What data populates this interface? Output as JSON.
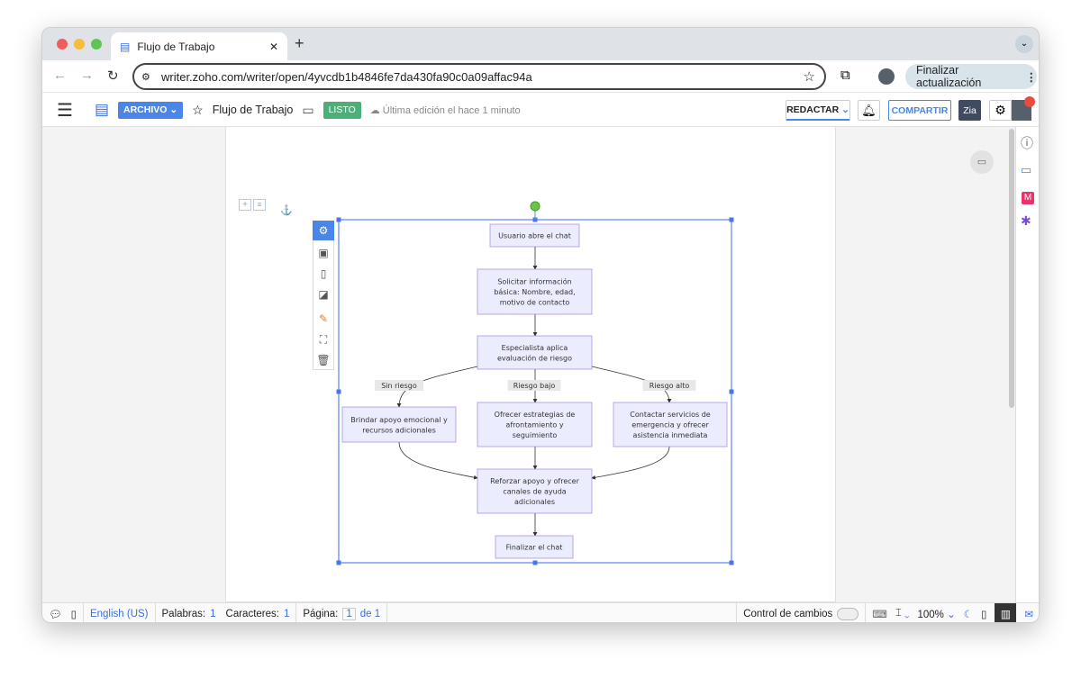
{
  "browser": {
    "tab_title": "Flujo de Trabajo",
    "url": "writer.zoho.com/writer/open/4yvcdb1b4846fe7da430fa90c0a09affac94a",
    "update_button": "Finalizar actualización"
  },
  "toolbar": {
    "file_menu": "ARCHIVO",
    "doc_title": "Flujo de Trabajo",
    "status_badge": "LISTO",
    "last_edit": "Última edición el hace 1 minuto",
    "mode_button": "REDACTAR",
    "share_button": "COMPARTIR",
    "zia_label": "Zia"
  },
  "diagram": {
    "nodes": [
      "Usuario abre el chat",
      "Solicitar información|básica: Nombre, edad,|motivo de contacto",
      "Especialista aplica|evaluación de riesgo",
      "Brindar apoyo emocional y|recursos adicionales",
      "Ofrecer estrategias de|afrontamiento y|seguimiento",
      "Contactar servicios de|emergencia y ofrecer|asistencia inmediata",
      "Reforzar apoyo y ofrecer|canales de ayuda|adicionales",
      "Finalizar el chat"
    ],
    "edge_labels": [
      "Sin riesgo",
      "Riesgo bajo",
      "Riesgo alto"
    ],
    "node_fill": "#ececff",
    "node_stroke": "#9370db"
  },
  "status": {
    "language": "English (US)",
    "words_label": "Palabras:",
    "words": "1",
    "chars_label": "Caracteres:",
    "chars": "1",
    "page_label": "Página:",
    "page": "1",
    "page_of": "de 1",
    "track_changes": "Control de cambios",
    "zoom": "100%"
  },
  "colors": {
    "accent": "#4a86e8",
    "badge": "#4caf78"
  }
}
